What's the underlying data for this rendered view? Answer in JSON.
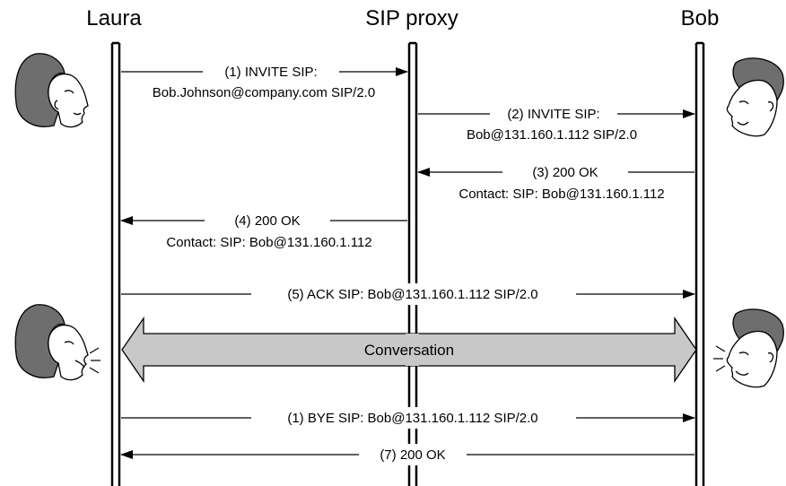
{
  "participants": {
    "laura": "Laura",
    "proxy": "SIP proxy",
    "bob": "Bob"
  },
  "messages": [
    {
      "id": "m1",
      "line1": "(1) INVITE SIP:",
      "line2": "Bob.Johnson@company.com SIP/2.0"
    },
    {
      "id": "m2",
      "line1": "(2) INVITE SIP:",
      "line2": "Bob@131.160.1.112 SIP/2.0"
    },
    {
      "id": "m3",
      "line1": "(3) 200 OK",
      "line2": "Contact: SIP: Bob@131.160.1.112"
    },
    {
      "id": "m4",
      "line1": "(4) 200 OK",
      "line2": "Contact: SIP: Bob@131.160.1.112"
    },
    {
      "id": "m5",
      "line1": "(5) ACK SIP: Bob@131.160.1.112 SIP/2.0"
    },
    {
      "id": "m6",
      "line1": "(1) BYE SIP: Bob@131.160.1.112 SIP/2.0"
    },
    {
      "id": "m7",
      "line1": "(7) 200 OK"
    }
  ],
  "conversation": "Conversation",
  "colors": {
    "line": "#000000",
    "conversation_fill": "#c8c8c8",
    "face_fill": "#ffffff",
    "hair": "#6e6e6e"
  },
  "icons": [
    "woman-face-icon",
    "man-face-icon",
    "woman-talking-icon",
    "man-talking-icon"
  ]
}
